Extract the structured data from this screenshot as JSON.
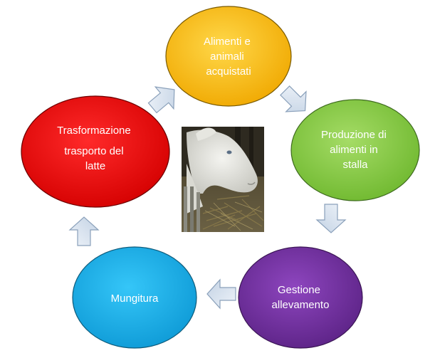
{
  "nodes": [
    {
      "id": "alimenti",
      "lines": [
        "Alimenti e",
        "animali",
        "acquistati"
      ],
      "fill": "#ffc000",
      "stroke": "#7a5a00",
      "text_color": "#ffffff"
    },
    {
      "id": "produzione",
      "lines": [
        "Produzione di",
        "alimenti in",
        "stalla"
      ],
      "fill": "#8fd14a",
      "stroke": "#3d6a1e",
      "text_color": "#ffffff"
    },
    {
      "id": "gestione",
      "lines": [
        "Gestione",
        "allevamento"
      ],
      "fill": "#7a35a8",
      "stroke": "#3a1554",
      "text_color": "#ffffff"
    },
    {
      "id": "mungitura",
      "lines": [
        "Mungitura"
      ],
      "fill": "#1ab6f0",
      "stroke": "#0d5a7a",
      "text_color": "#ffffff"
    },
    {
      "id": "trasformazione",
      "lines": [
        "Trasformazione",
        "trasporto del",
        "latte"
      ],
      "fill": "#ee0000",
      "stroke": "#6e0000",
      "text_color": "#ffffff"
    }
  ],
  "photo": {
    "subject": "goat-photo"
  },
  "colors": {
    "arrow_fill": "#d6e1ee",
    "arrow_stroke": "#8aa0ba"
  }
}
